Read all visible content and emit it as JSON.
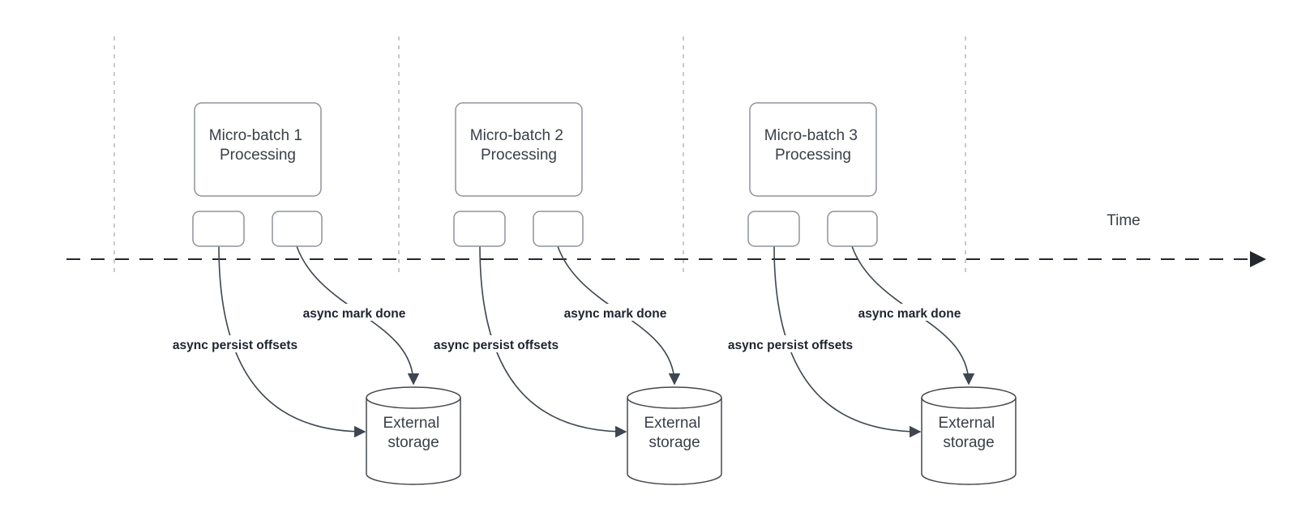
{
  "diagram": {
    "time_label": "Time",
    "batches": [
      {
        "title_line1": "Micro-batch 1",
        "title_line2": "Processing",
        "persist_label": "async persist offsets",
        "done_label": "async mark done",
        "storage_line1": "External",
        "storage_line2": "storage"
      },
      {
        "title_line1": "Micro-batch 2",
        "title_line2": "Processing",
        "persist_label": "async persist offsets",
        "done_label": "async mark done",
        "storage_line1": "External",
        "storage_line2": "storage"
      },
      {
        "title_line1": "Micro-batch 3",
        "title_line2": "Processing",
        "persist_label": "async persist offsets",
        "done_label": "async mark done",
        "storage_line1": "External",
        "storage_line2": "storage"
      }
    ],
    "colors": {
      "box_stroke": "#8e939b",
      "connector_stroke": "#3e4650",
      "axis_stroke": "#23272e",
      "interval_dash_stroke": "#b9b9b9",
      "text": "#3a3f48",
      "edge_label_text": "#1e2430",
      "background": "#ffffff"
    }
  }
}
